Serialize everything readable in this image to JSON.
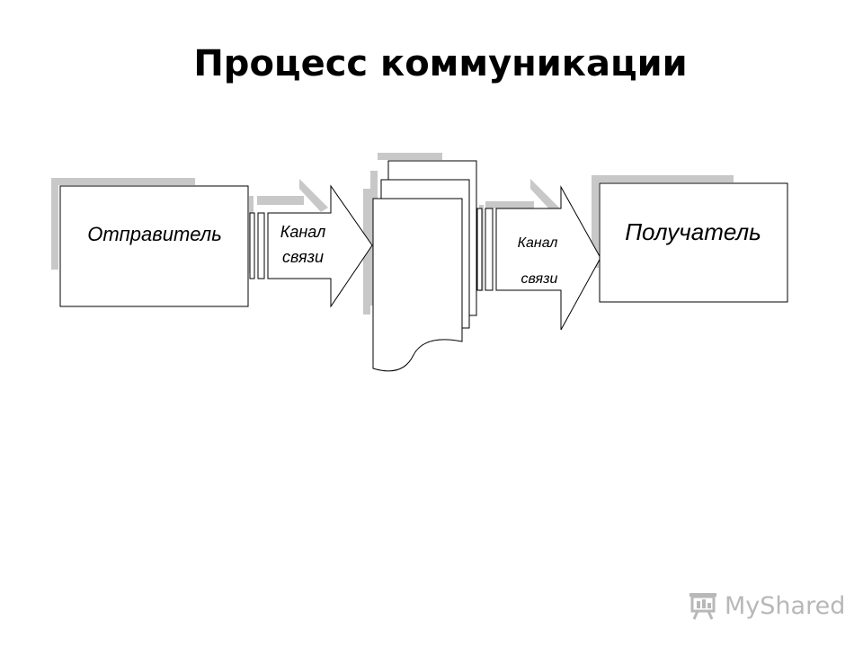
{
  "title": "Процесс коммуникации",
  "nodes": {
    "sender": "Отправитель",
    "receiver": "Получатель"
  },
  "channels": {
    "channel1": {
      "line1": "Канал",
      "line2": "связи"
    },
    "channel2": {
      "line1": "Канал",
      "line2": "связи"
    }
  },
  "watermark": {
    "text": "MyShared",
    "icon": "presentation-board-icon"
  }
}
